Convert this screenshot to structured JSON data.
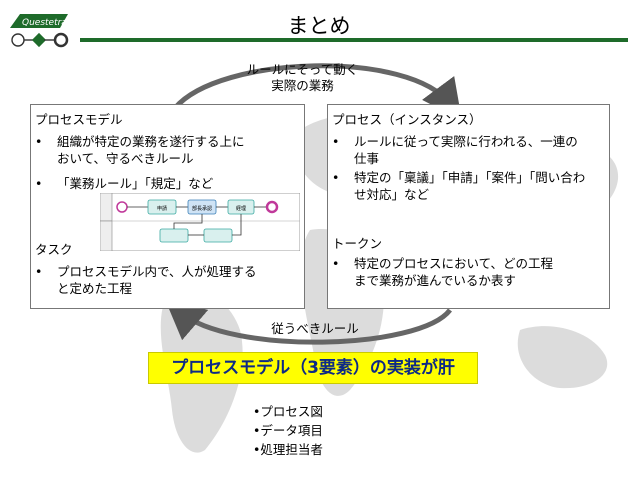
{
  "slide": {
    "title": "まとめ",
    "logo_text": "Questetra",
    "flow_top": [
      "ルールにそって動く",
      "実際の業務"
    ],
    "flow_bottom": "従うべきルール",
    "left_panel": {
      "title": "プロセスモデル",
      "bullets": [
        "組織が特定の業務を遂行する上に\nおいて、守るべきルール",
        "「業務ルール」「規定」など"
      ],
      "subtitle": "タスク",
      "sub_bullets": [
        "プロセスモデル内で、人が処理する\nと定めた工程"
      ],
      "diagram_labels": [
        "申請",
        "部長承認",
        "経理"
      ]
    },
    "right_panel": {
      "title": "プロセス（インスタンス）",
      "bullets": [
        "ルールに従って実際に行われる、一連の\n仕事",
        "特定の「稟議」「申請」「案件」「問い合わ\nせ対応」など"
      ],
      "subtitle": "トークン",
      "sub_bullets": [
        "特定のプロセスにおいて、どの工程\nまで業務が進んでいるか表す"
      ]
    },
    "key_message": "プロセスモデル（3要素）の実装が肝",
    "elements": [
      "•プロセス図",
      "•データ項目",
      "•処理担当者"
    ],
    "bullet_glyph": "•"
  },
  "colors": {
    "accent_green": "#1e6b2a",
    "highlight": "#ffff00",
    "key_text": "#0d2a86"
  }
}
